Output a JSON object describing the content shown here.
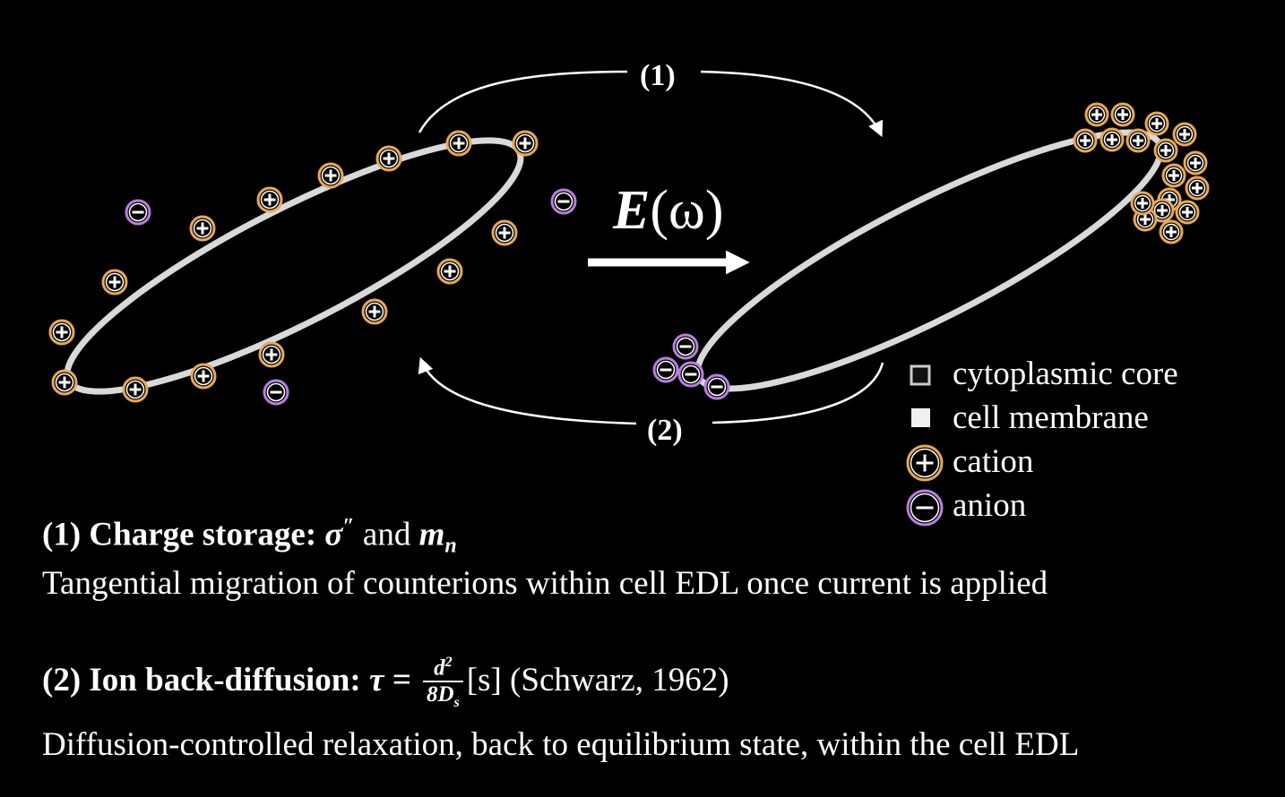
{
  "arrows": {
    "top_label": "(1)",
    "bottom_label": "(2)",
    "field_symbol": "E",
    "field_arg": "(ω)"
  },
  "legend": {
    "items": [
      {
        "label": "cytoplasmic core",
        "icon": "cytoplasmic-core-icon"
      },
      {
        "label": "cell membrane",
        "icon": "cell-membrane-icon"
      },
      {
        "label": "cation",
        "icon": "cation-icon"
      },
      {
        "label": "anion",
        "icon": "anion-icon"
      }
    ]
  },
  "captions": {
    "item1": {
      "head": "(1) Charge storage: ",
      "sym_a": "σ",
      "sym_a_sup": "″",
      "joiner": " and ",
      "sym_b": "m",
      "sym_b_sub": "n",
      "body": "Tangential migration of counterions within cell EDL once current is applied"
    },
    "item2": {
      "head": "(2) Ion back-diffusion: ",
      "lhs": "τ = ",
      "frac_num": "d",
      "frac_num_sup": "2",
      "frac_den": "8D",
      "frac_den_sub": "s",
      "unit": "[s]",
      "citation": " (Schwarz, 1962)",
      "body": "Diffusion-controlled relaxation, back to equilibrium state, within the cell EDL"
    }
  },
  "colors": {
    "background": "#000000",
    "membrane": "#d9d9d9",
    "cation_ring": "#e8a75a",
    "anion_ring": "#b77fe0",
    "text": "#ffffff"
  }
}
